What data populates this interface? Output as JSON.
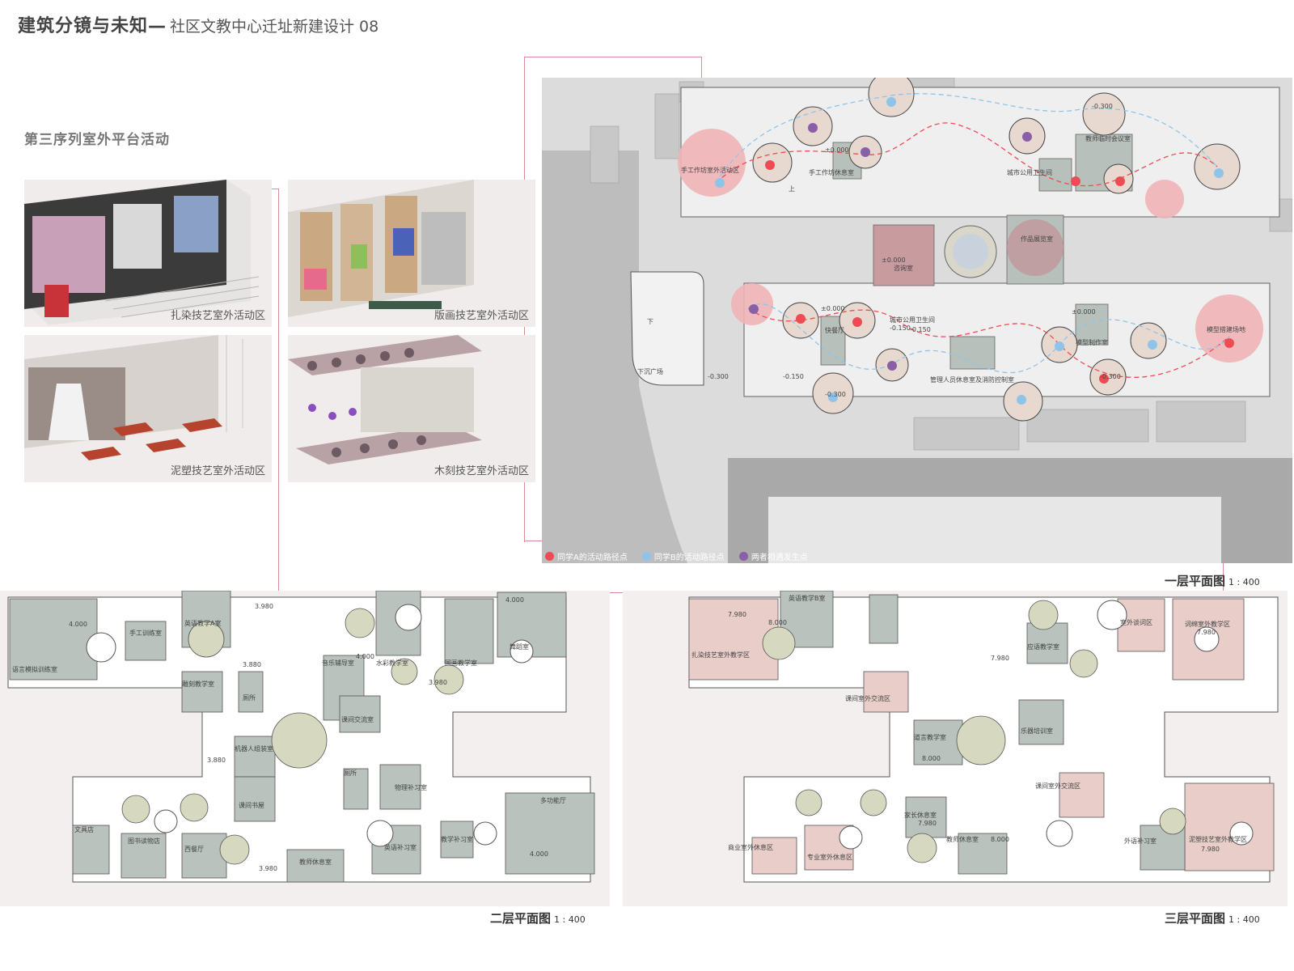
{
  "header": {
    "title_main": "建筑分镜与未知—",
    "title_sub": "社区文教中心迁址新建设计 08"
  },
  "section_title": "第三序列室外平台活动",
  "panels": [
    {
      "id": "tie-dye",
      "caption": "扎染技艺室外活动区"
    },
    {
      "id": "print",
      "caption": "版画技艺室外活动区"
    },
    {
      "id": "clay",
      "caption": "泥塑技艺室外活动区"
    },
    {
      "id": "wood",
      "caption": "木刻技艺室外活动区"
    }
  ],
  "site_plan": {
    "labels": {
      "handcraft_outdoor": "手工作坊室外活动区",
      "handcraft_rest": "手工作坊休息室",
      "consult": "咨询室",
      "works_hall": "作品展览室",
      "teacher_meeting": "教师临时会议室",
      "public_toilet_1": "城市公用卫生间",
      "public_toilet_2": "城市公用卫生间",
      "snack": "快餐厅",
      "sunken_plaza": "下沉广场",
      "model_room": "模型制作室",
      "manager_room": "管理人员休息室及消防控制室",
      "model_site": "模型搭建场地",
      "up": "上",
      "down": "下"
    },
    "elevations": [
      "±0.000",
      "±0.000",
      "±0.000",
      "±0.000",
      "-0.300",
      "-0.300",
      "-0.300",
      "-0.300",
      "-0.150",
      "-0.150",
      "-0.150"
    ]
  },
  "legend": [
    {
      "label": "同学A的活动路径点",
      "color": "#ee4b55"
    },
    {
      "label": "同学B的活动路径点",
      "color": "#8fc4ea"
    },
    {
      "label": "两者相遇发生点",
      "color": "#8a5fa8"
    }
  ],
  "plan_titles": {
    "first": {
      "name": "一层平面图",
      "scale": "1 : 400"
    },
    "second": {
      "name": "二层平面图",
      "scale": "1 : 400"
    },
    "third": {
      "name": "三层平面图",
      "scale": "1 : 400"
    }
  },
  "second_floor": {
    "labels": {
      "language_lab": "语言模拟训练室",
      "handcraft_training": "手工训练室",
      "english_a": "英语教学A室",
      "watercolor": "水彩教学室",
      "chinese_painting": "国画教学室",
      "dance": "舞蹈室",
      "carving": "雕刻教学室",
      "toilet_1": "厕所",
      "music": "音乐辅导室",
      "discussion": "课间交流室",
      "robot": "机器人组装室",
      "reading": "课间书屋",
      "toilet_2": "厕所",
      "physics": "物理补习室",
      "multi_hall": "多功能厅",
      "stationery": "文具店",
      "library": "图书读物店",
      "western_restaurant": "西餐厅",
      "teacher_rest": "教师休息室",
      "english_tutor": "英语补习室",
      "teaching_tutor": "教学补习室"
    },
    "elevations": [
      "4.000",
      "3.980",
      "3.880",
      "4.000",
      "3.980",
      "3.880",
      "4.000",
      "4.000",
      "3.980"
    ]
  },
  "third_floor": {
    "labels": {
      "english_b": "英语教学B室",
      "tie_dye_outdoor": "扎染技艺室外教学区",
      "outdoor_breakout": "室外谈词区",
      "print_outdoor": "词绵室外教学区",
      "art_course": "应语教学室",
      "break_outdoor": "课间室外交流区",
      "music_training": "乐器培训室",
      "design_teaching": "道言教学室",
      "break_outdoor_2": "课间室外交流区",
      "parent_rest": "家长休息室",
      "merchant_rest": "商业室外休息区",
      "pro_rest": "专业室外休息区",
      "teacher_rest": "教师休息室",
      "foreign_tutor": "外语补习室",
      "clay_outdoor": "泥塑技艺室外教学区"
    },
    "elevations": [
      "7.980",
      "8.000",
      "7.980",
      "7.980",
      "8.000",
      "7.980",
      "8.000",
      "7.980"
    ]
  }
}
